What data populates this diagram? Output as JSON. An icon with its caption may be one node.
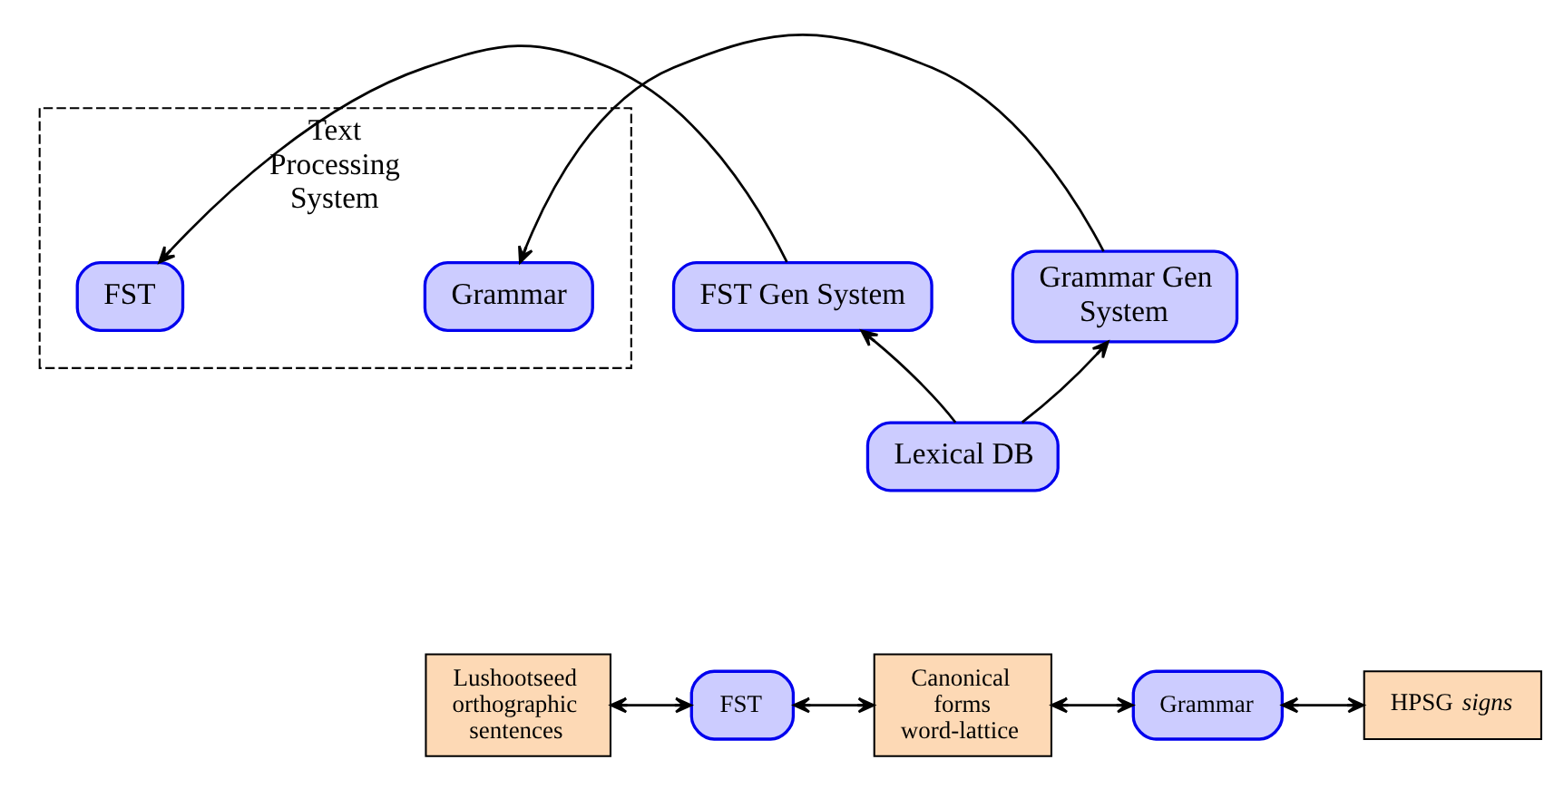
{
  "diagram": {
    "nodes": [
      {
        "text": [
          "Text Processing System"
        ]
      },
      {
        "text": [
          "FST Gen System"
        ]
      },
      {
        "text": [
          "FST"
        ],
        "in": 0
      },
      {
        "text": [
          "Grammar"
        ],
        "in": 0
      },
      {
        "text": [
          "Grammar Gen System"
        ]
      },
      {
        "text": [
          "Lexical DB"
        ]
      },
      {
        "text": [
          "Lushootseed orthographic sentences"
        ]
      },
      {
        "text": [
          "FST"
        ]
      },
      {
        "text": [
          "Canonical forms word-lattice"
        ]
      },
      {
        "text": [
          "Grammar"
        ]
      },
      {
        "text": [
          "HPSG *signs*"
        ]
      }
    ],
    "edges": [
      {
        "from": 1,
        "to": 2,
        "arrow": "to"
      },
      {
        "from": 4,
        "to": 3,
        "arrow": "to"
      },
      {
        "from": 5,
        "to": 1,
        "arrow": "to"
      },
      {
        "from": 5,
        "to": 4,
        "arrow": "to"
      },
      {
        "from": 6,
        "to": 7,
        "arrow": "both"
      },
      {
        "from": 7,
        "to": 8,
        "arrow": "both"
      },
      {
        "from": 8,
        "to": 9,
        "arrow": "both"
      },
      {
        "from": 9,
        "to": 10,
        "arrow": "both"
      }
    ]
  }
}
